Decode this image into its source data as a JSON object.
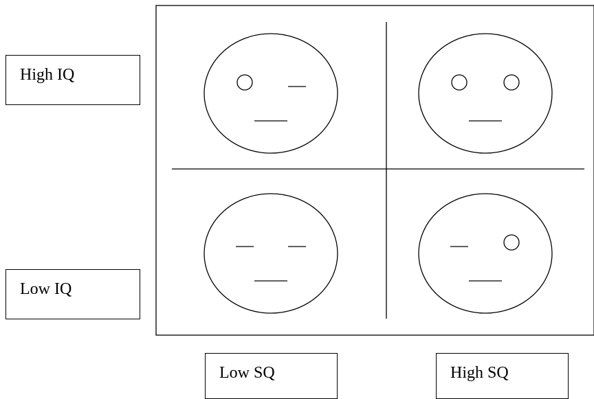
{
  "labels": {
    "high_iq": "High IQ",
    "low_iq": "Low IQ",
    "low_sq": "Low SQ",
    "high_sq": "High SQ"
  },
  "quadrants": [
    {
      "position": "top-left",
      "left_eye": "open",
      "right_eye": "closed"
    },
    {
      "position": "top-right",
      "left_eye": "open",
      "right_eye": "open"
    },
    {
      "position": "bottom-left",
      "left_eye": "closed",
      "right_eye": "closed"
    },
    {
      "position": "bottom-right",
      "left_eye": "closed",
      "right_eye": "open"
    }
  ],
  "colors": {
    "stroke": "#000000",
    "background": "#ffffff"
  }
}
